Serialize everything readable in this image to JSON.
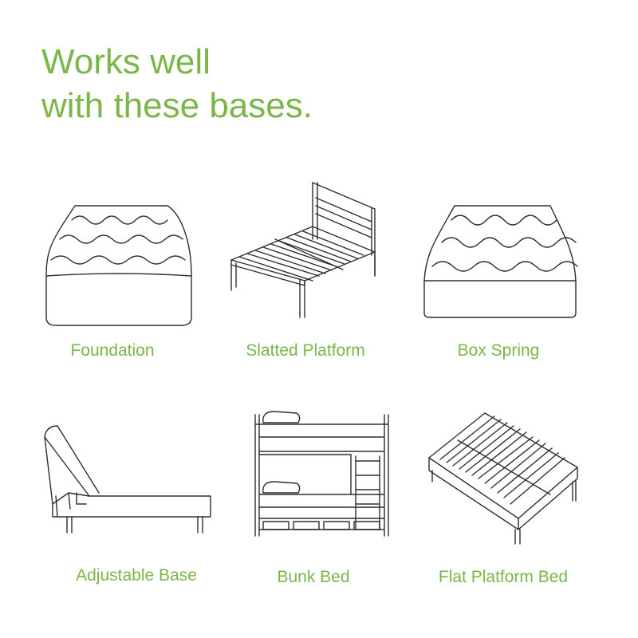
{
  "headline": {
    "line1": "Works well",
    "line2": "with these bases."
  },
  "bases": [
    {
      "label": "Foundation",
      "icon": "foundation-icon"
    },
    {
      "label": "Slatted Platform",
      "icon": "slatted-platform-icon"
    },
    {
      "label": "Box Spring",
      "icon": "box-spring-icon"
    },
    {
      "label": "Adjustable Base",
      "icon": "adjustable-base-icon"
    },
    {
      "label": "Bunk Bed",
      "icon": "bunk-bed-icon"
    },
    {
      "label": "Flat Platform Bed",
      "icon": "flat-platform-bed-icon"
    }
  ],
  "colors": {
    "accent": "#7ab648",
    "line": "#2e2e2e",
    "background": "#ffffff"
  }
}
